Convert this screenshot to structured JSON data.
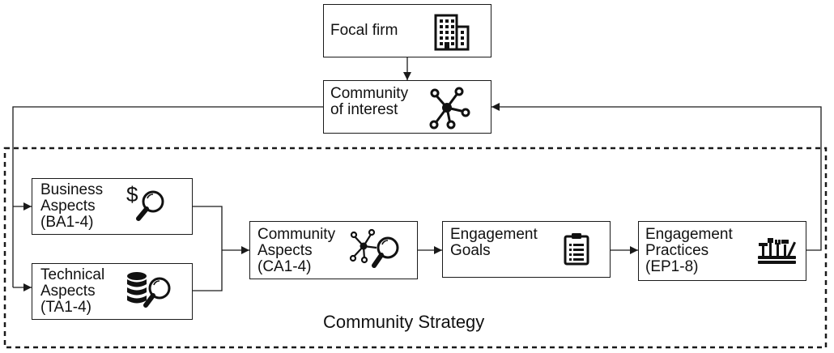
{
  "nodes": {
    "focal_firm": {
      "lines": [
        "Focal firm"
      ],
      "icon": "building-icon"
    },
    "community_of_interest": {
      "lines": [
        "Community",
        "of interest"
      ],
      "icon": "network-icon"
    },
    "business_aspects": {
      "lines": [
        "Business",
        "Aspects",
        "(BA1-4)"
      ],
      "icon": "dollar-search-icon"
    },
    "technical_aspects": {
      "lines": [
        "Technical",
        "Aspects",
        "(TA1-4)"
      ],
      "icon": "database-search-icon"
    },
    "community_aspects": {
      "lines": [
        "Community",
        "Aspects",
        "(CA1-4)"
      ],
      "icon": "network-search-icon"
    },
    "engagement_goals": {
      "lines": [
        "Engagement",
        "Goals"
      ],
      "icon": "clipboard-icon"
    },
    "engagement_practices": {
      "lines": [
        "Engagement",
        "Practices",
        "(EP1-8)"
      ],
      "icon": "toolbox-icon"
    }
  },
  "group": {
    "label": "Community Strategy"
  },
  "colors": {
    "stroke": "#1a1a1a",
    "background": "#ffffff"
  }
}
